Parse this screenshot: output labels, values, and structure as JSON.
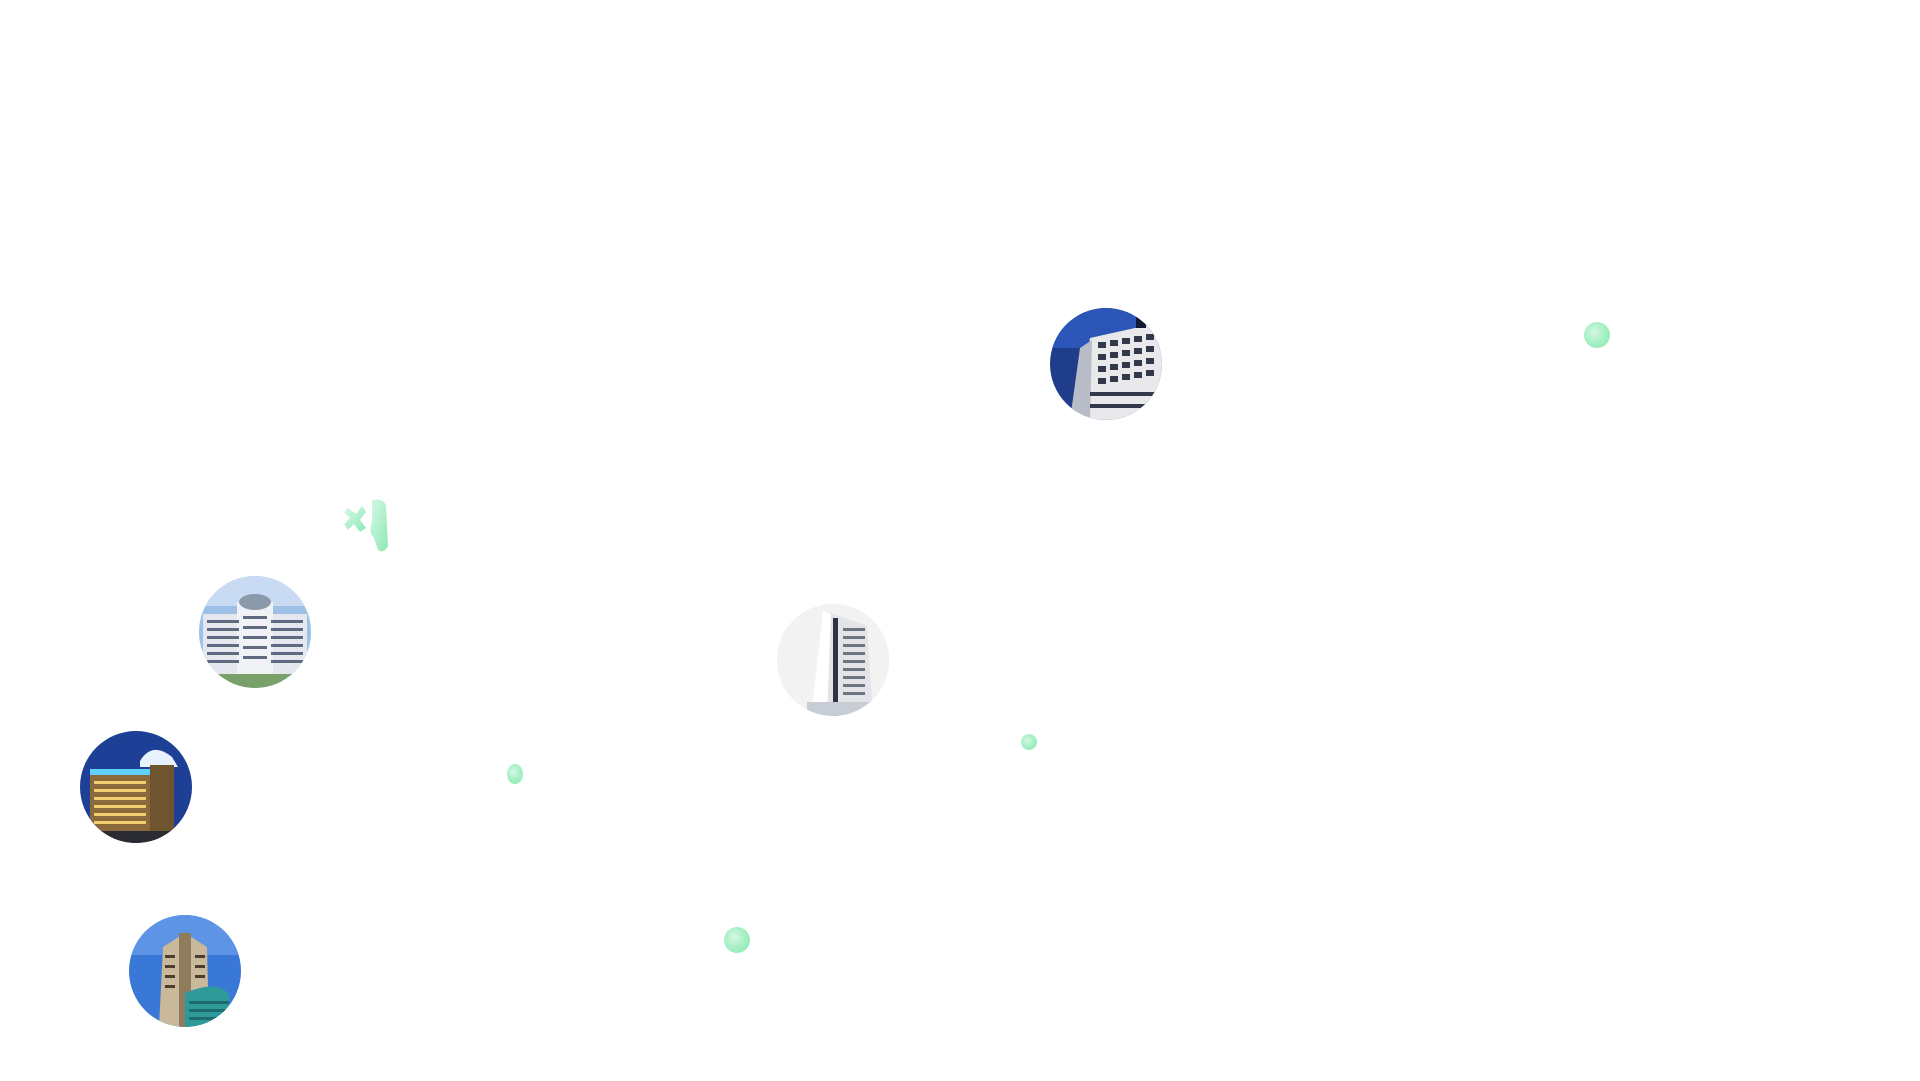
{
  "map": {
    "background": "#ffffff",
    "accent": "#9ef0c0",
    "markers": [
      {
        "name": "hotel-marker-1",
        "icon": "building-photo-icon",
        "sky": "#1f3d8a"
      },
      {
        "name": "hotel-marker-2",
        "icon": "building-photo-icon",
        "sky": "#9fc0e6"
      },
      {
        "name": "hotel-marker-3",
        "icon": "building-photo-icon",
        "sky": "#f2f2f2"
      },
      {
        "name": "hotel-marker-4",
        "icon": "building-photo-icon",
        "sky": "#1e3f96"
      },
      {
        "name": "hotel-marker-5",
        "icon": "building-photo-icon",
        "sky": "#3a78d8"
      }
    ],
    "dots": [
      {
        "name": "location-dot-1",
        "icon": "map-point-icon"
      },
      {
        "name": "location-dot-2",
        "icon": "map-point-icon"
      },
      {
        "name": "location-dot-3",
        "icon": "map-point-icon"
      },
      {
        "name": "location-dot-4",
        "icon": "map-point-icon"
      },
      {
        "name": "location-dot-5",
        "icon": "map-point-icon"
      }
    ]
  }
}
